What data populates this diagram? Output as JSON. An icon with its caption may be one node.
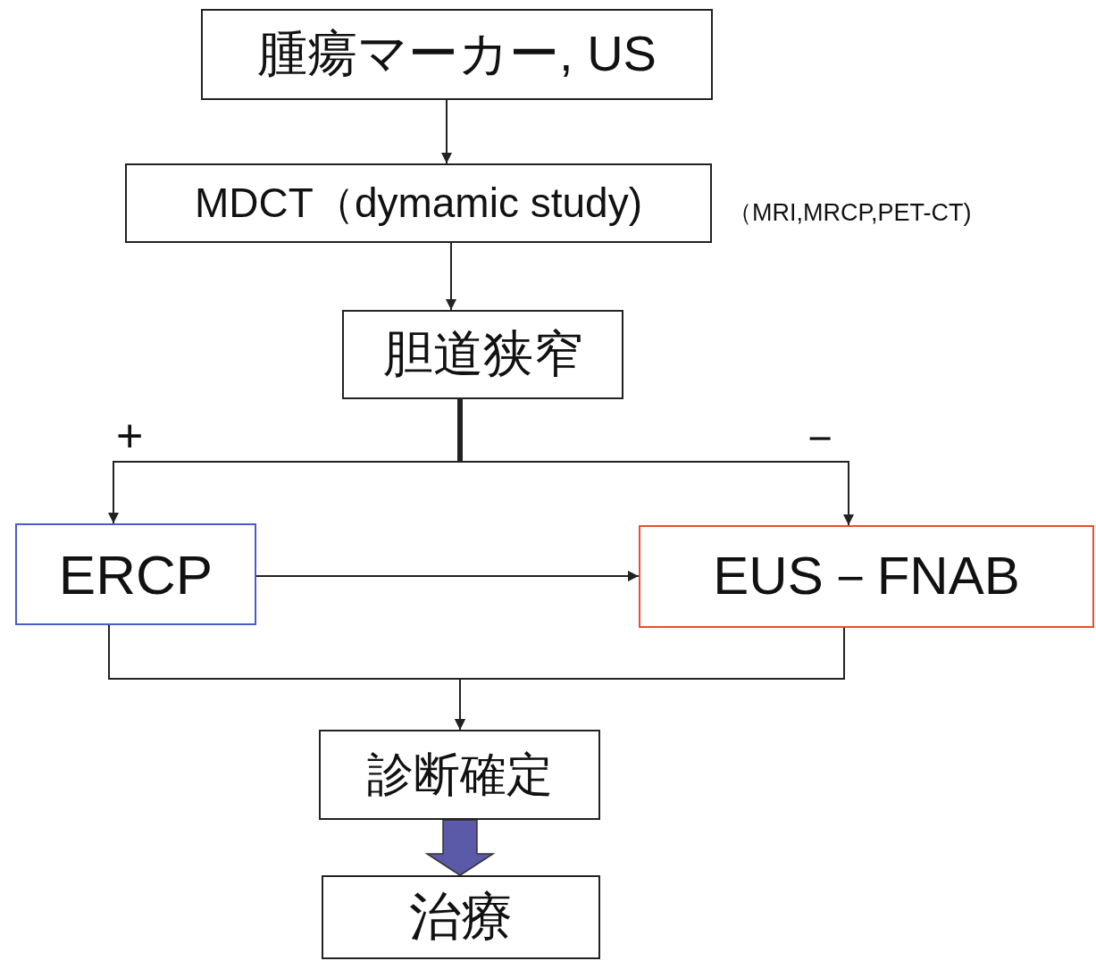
{
  "diagram": {
    "nodes": [
      {
        "text": [
          "腫瘍マーカー, US"
        ]
      },
      {
        "text": [
          "MDCT（dymamic study)"
        ],
        "beside": [
          "（MRI,MRCP,PET-CT)"
        ]
      },
      {
        "text": [
          "胆道狭窄"
        ]
      },
      {
        "text": [
          "ERCP"
        ]
      },
      {
        "text": [
          "EUS－FNAB"
        ]
      },
      {
        "text": [
          "診断確定"
        ]
      },
      {
        "text": [
          "治療"
        ]
      }
    ],
    "edges": [
      {
        "from": 0,
        "to": 1,
        "arrow": "to"
      },
      {
        "from": 1,
        "to": 2,
        "arrow": "to"
      },
      {
        "from": 2,
        "to": 3,
        "arrow": "to",
        "label": "+"
      },
      {
        "from": 2,
        "to": 4,
        "arrow": "to",
        "label": "－"
      },
      {
        "from": 3,
        "to": 4,
        "arrow": "to"
      },
      {
        "from": 3,
        "to": 5,
        "arrow": "to"
      },
      {
        "from": 4,
        "to": 5,
        "arrow": "to"
      },
      {
        "from": 5,
        "to": 6,
        "arrow": "to",
        "style": "thick",
        "color": "#5a5aa8"
      }
    ]
  }
}
